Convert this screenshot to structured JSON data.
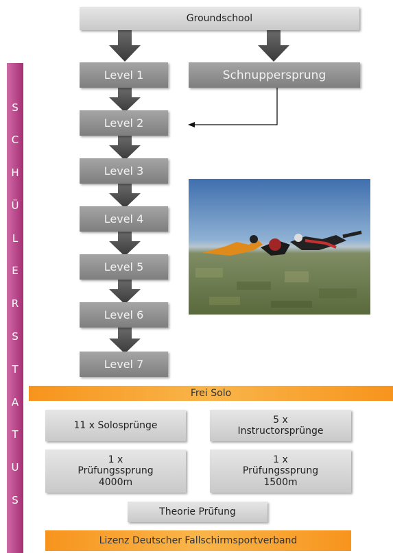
{
  "flow": {
    "groundschool": "Groundschool",
    "schnuppersprung": "Schnuppersprung",
    "levels": [
      "Level 1",
      "Level 2",
      "Level 3",
      "Level 4",
      "Level 5",
      "Level 6",
      "Level 7"
    ]
  },
  "sidebar": {
    "letters": [
      "S",
      "C",
      "H",
      "Ü",
      "L",
      "E",
      "R",
      "S",
      "T",
      "A",
      "T",
      "U",
      "S"
    ],
    "color": "#b83f85"
  },
  "banners": {
    "frei_solo": "Frei Solo",
    "lizenz": "Lizenz Deutscher Fallschirmsportverband",
    "color": "#f7941d"
  },
  "requirements": {
    "solospruenge": "11 x Solosprünge",
    "instructor": "5 x\nInstructorsprünge",
    "pruefung_4000": "1 x\nPrüfungssprung\n4000m",
    "pruefung_1500": "1 x\nPrüfungssprung\n1500m",
    "theorie": "Theorie Prüfung"
  },
  "photo": {
    "icon": "skydivers-formation-photo"
  }
}
